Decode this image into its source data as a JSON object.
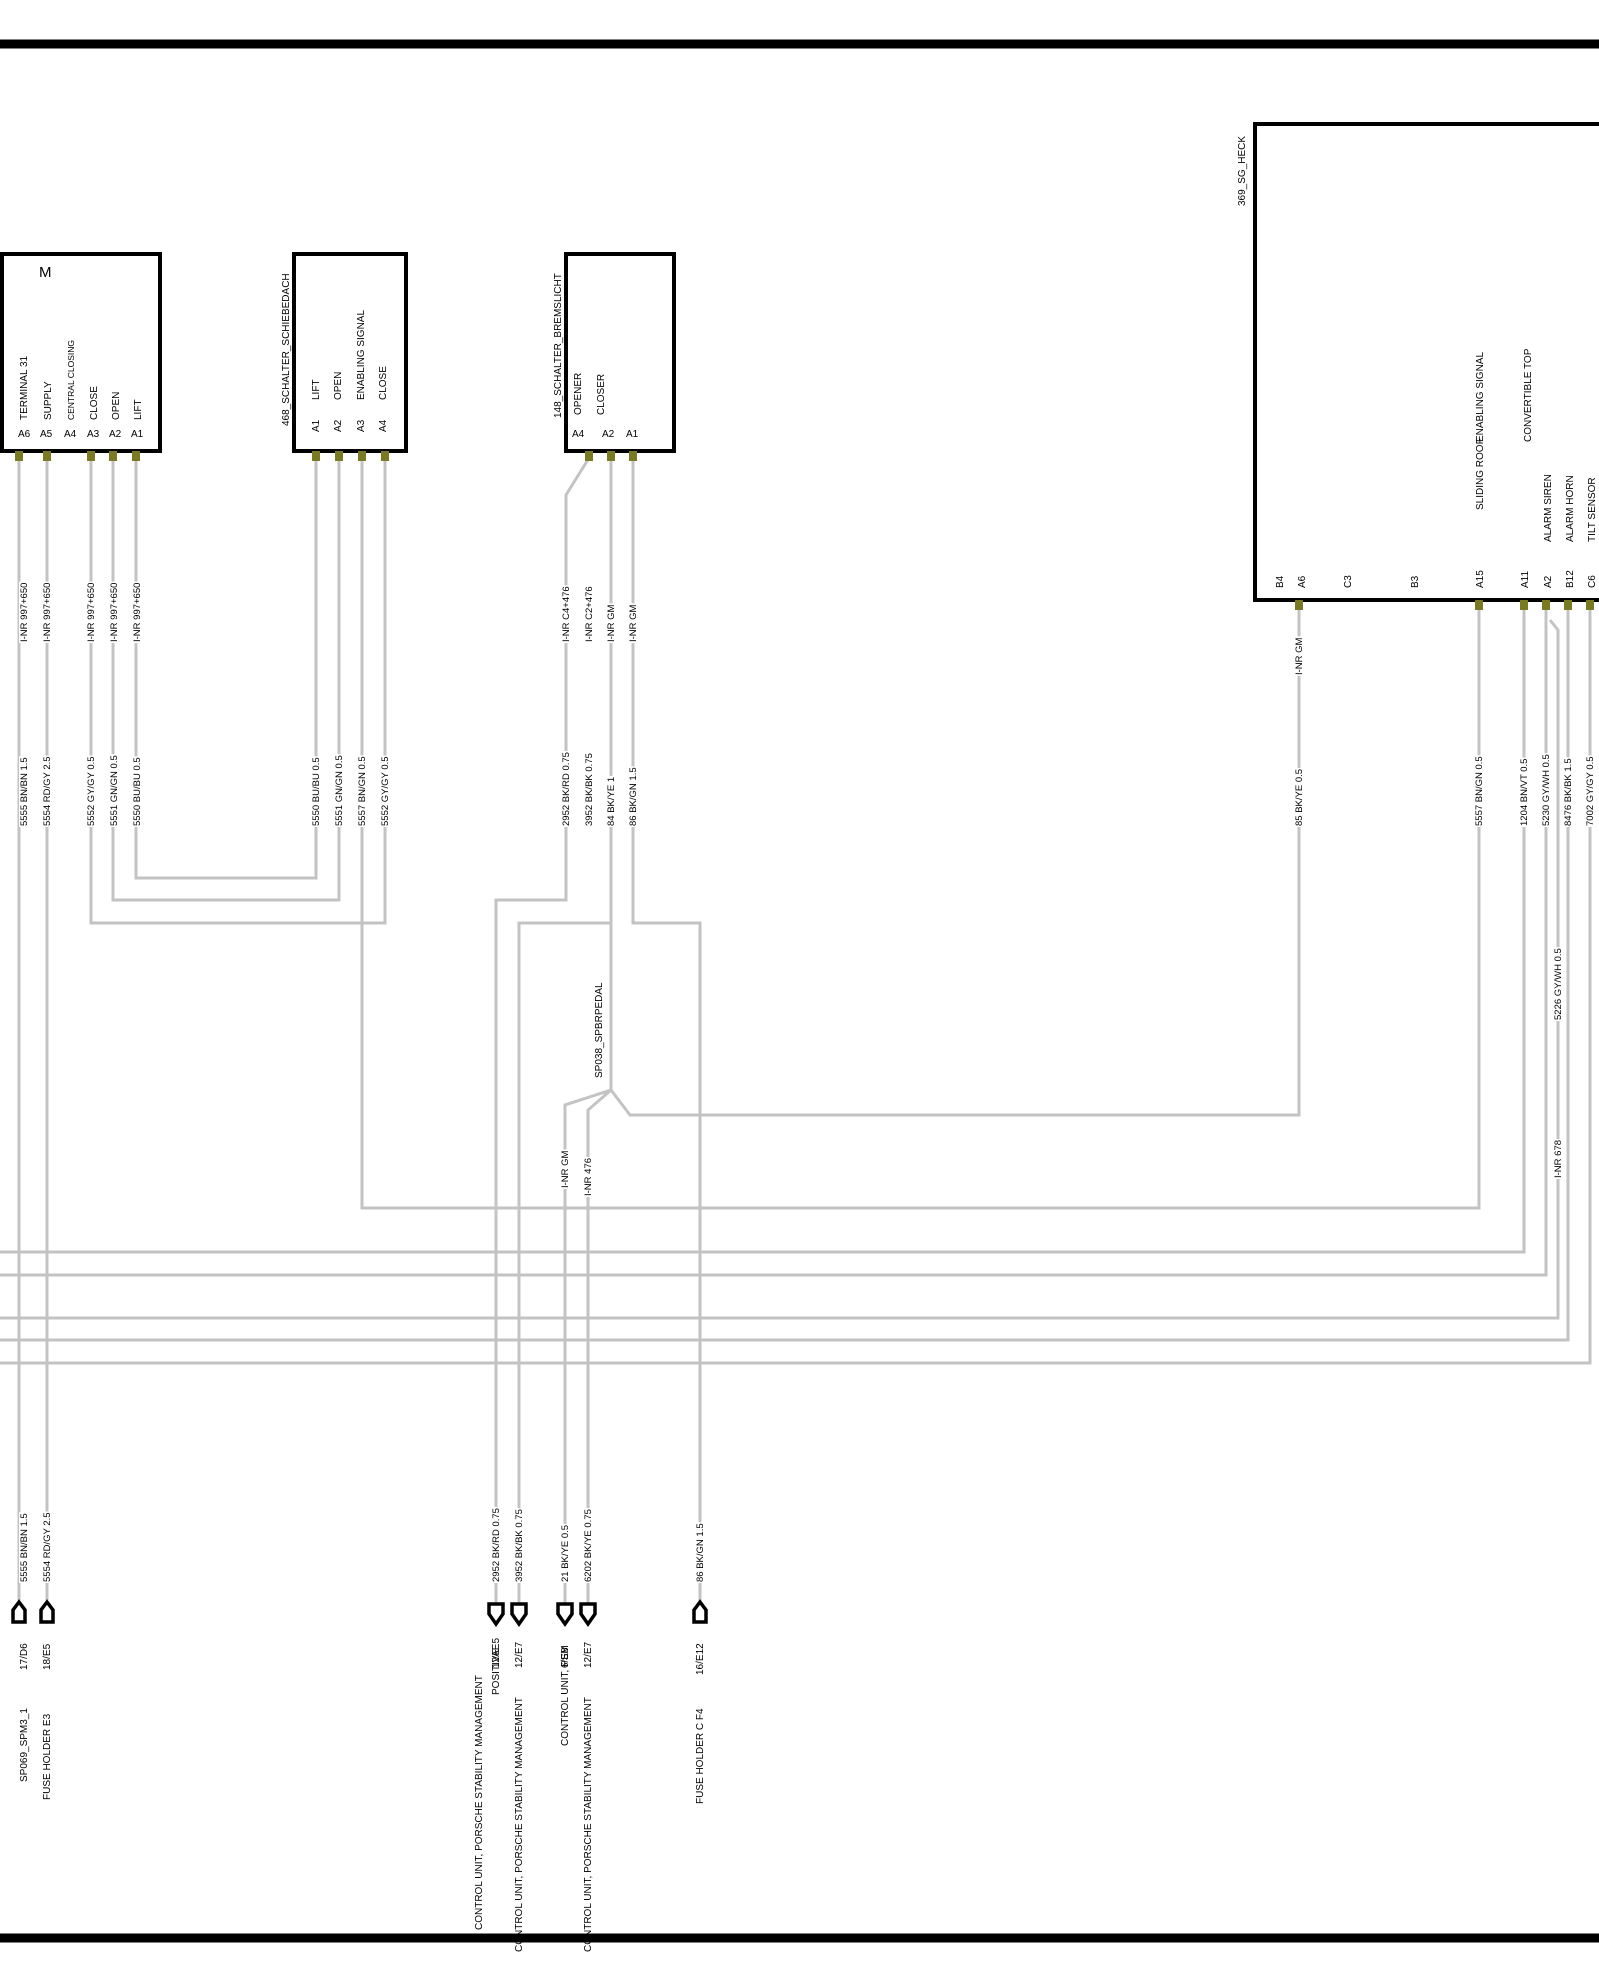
{
  "components": {
    "motor": {
      "symbol": "M",
      "labels": [
        "TERMINAL 31",
        "SUPPLY",
        "CENTRAL CLOSING",
        "CLOSE",
        "OPEN",
        "LIFT"
      ],
      "pins": [
        "A6",
        "A5",
        "A4",
        "A3",
        "A2",
        "A1"
      ]
    },
    "switch_sliding_roof": {
      "title": "468_SCHALTER_SCHIEBEDACH",
      "labels": [
        "LIFT",
        "OPEN",
        "ENABLING SIGNAL",
        "CLOSE"
      ],
      "pins": [
        "A1",
        "A2",
        "A3",
        "A4"
      ]
    },
    "brake_light_switch": {
      "title": "148_SCHALTER_BREMSLICHT",
      "labels": [
        "OPENER",
        "CLOSER"
      ],
      "pins": [
        "A4",
        "A2",
        "A1"
      ]
    },
    "control_rear": {
      "title": "369_SG_HECK",
      "labels": [
        "SLIDING ROOF",
        "ENABLING SIGNAL",
        "CONVERTIBLE TOP",
        "ALARM SIREN",
        "ALARM HORN",
        "TILT SENSOR"
      ],
      "pins": [
        "B4",
        "A6",
        "C3",
        "B3",
        "A15",
        "A11",
        "A2",
        "B12",
        "C6"
      ]
    }
  },
  "splice": {
    "label": "SP038_SPBRPEDAL"
  },
  "wire_labels": {
    "top_inr": [
      "I-NR 997+650",
      "I-NR 997+650",
      "I-NR 997+650",
      "I-NR 997+650",
      "I-NR 997+650",
      "I-NR C4+476",
      "I-NR C2+476",
      "I-NR GM",
      "I-NR GM",
      "I-NR GM"
    ],
    "top_wires": [
      "5555 BN/BN 1.5",
      "5554 RD/GY 2.5",
      "5552 GY/GY 0.5",
      "5551 GN/GN 0.5",
      "5550 BU/BU 0.5",
      "5550 BU/BU 0.5",
      "5551 GN/GN 0.5",
      "5557 BN/GN 0.5",
      "5552 GY/GY 0.5",
      "2952 BK/RD 0.75",
      "3952 BK/BK 0.75",
      "84 BK/YE 1",
      "86 BK/GN 1.5",
      "85 BK/YE 0.5",
      "5557 BN/GN 0.5",
      "1204 BN/VT 0.5",
      "5230 GY/WH 0.5",
      "8476 BK/BK 1.5",
      "7002 GY/GY 0.5"
    ],
    "mid": [
      "5226 GY/WH 0.5",
      "I-NR GM",
      "I-NR 476",
      "I-NR 678"
    ],
    "bottom_wires": [
      "5555 BN/BN 1.5",
      "5554 RD/GY 2.5",
      "2952 BK/RD 0.75",
      "3952 BK/BK 0.75",
      "21 BK/YE 0.5",
      "6202 BK/YE 0.75",
      "86 BK/GN 1.5"
    ]
  },
  "connectors": {
    "refs": [
      "17/D6",
      "18/E5",
      "12AE5",
      "12/E7",
      "6/E8",
      "12/E7",
      "16/E12"
    ],
    "descriptions": [
      "SP069_SPM3_1",
      "FUSE HOLDER E3",
      "CONTROL UNIT, PORSCHE STABILITY MANAGEMENT",
      "POSITIVE",
      "CONTROL UNIT, PORSCHE STABILITY MANAGEMENT",
      "CONTROL UNIT, PSM",
      "CONTROL UNIT, PORSCHE STABILITY MANAGEMENT",
      "FUSE HOLDER C F4"
    ]
  }
}
